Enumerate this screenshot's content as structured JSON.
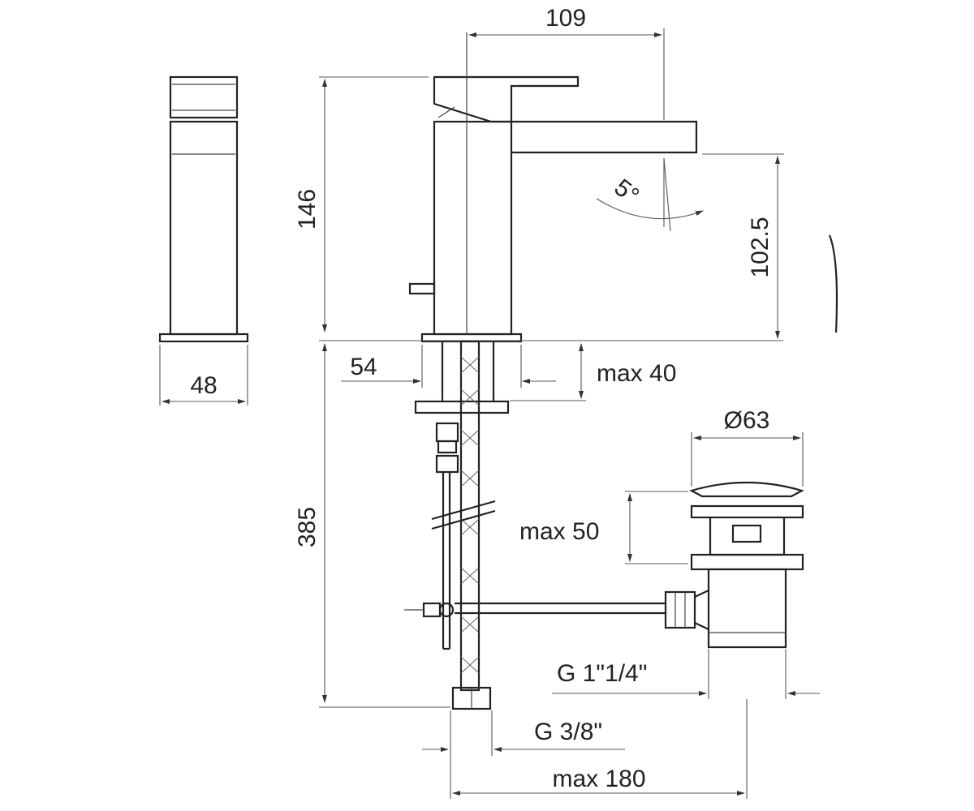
{
  "dimensions": {
    "side_width": "48",
    "spout_reach": "109",
    "overall_height": "146",
    "spout_height": "102.5",
    "spout_angle": "5°",
    "body_diameter": "54",
    "deck_thickness": "max 40",
    "under_length": "385",
    "waste_diameter": "Ø63",
    "waste_thickness": "max 50",
    "waste_thread": "G 1\"1/4\"",
    "supply_thread": "G 3/8\"",
    "max_spacing": "max 180"
  },
  "colors": {
    "line": "#222222",
    "dimension": "#555555",
    "background": "#ffffff"
  }
}
